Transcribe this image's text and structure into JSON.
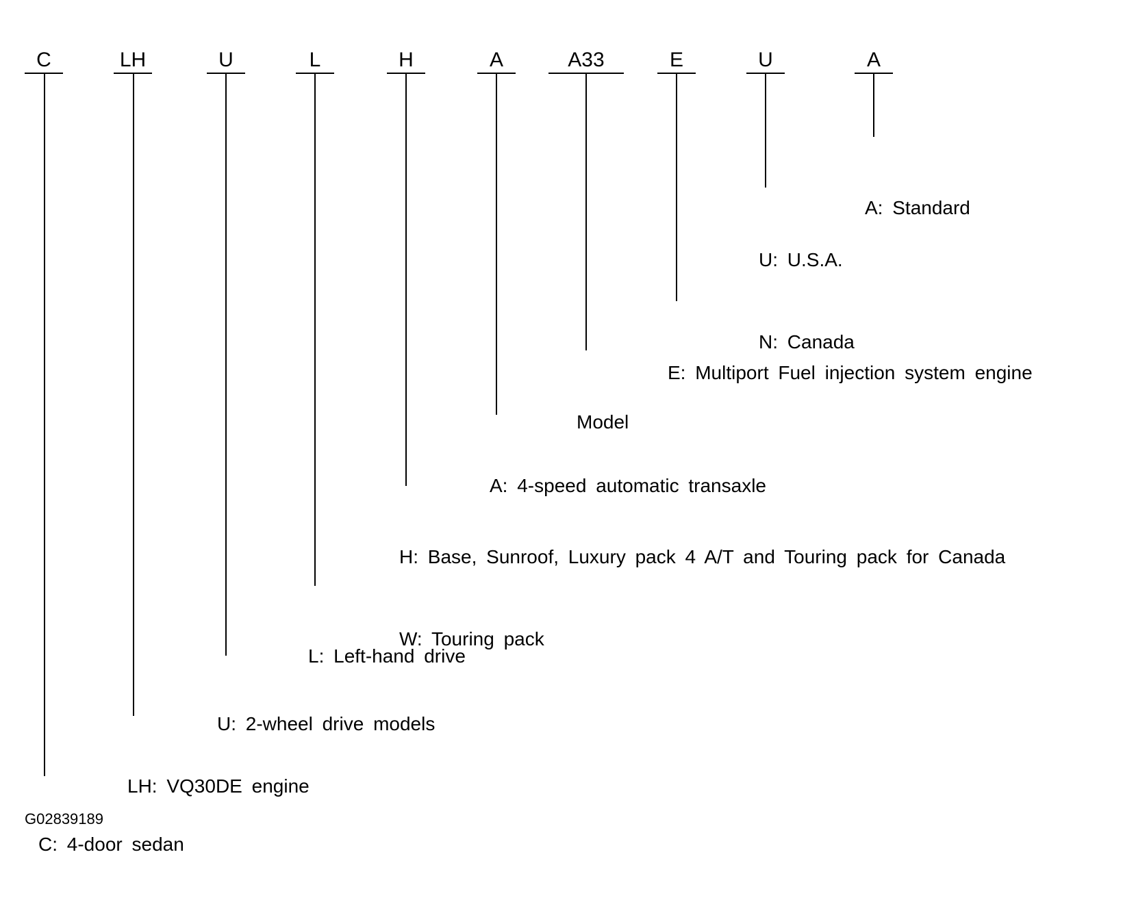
{
  "model_code": {
    "segments": [
      {
        "code": "C",
        "lines": [
          "C: 4-door sedan"
        ]
      },
      {
        "code": "LH",
        "lines": [
          "LH: VQ30DE engine"
        ]
      },
      {
        "code": "U",
        "lines": [
          "U: 2-wheel drive models"
        ]
      },
      {
        "code": "L",
        "lines": [
          "L: Left-hand drive"
        ]
      },
      {
        "code": "H",
        "lines": [
          "H: Base, Sunroof, Luxury pack 4 A/T and Touring pack for Canada",
          "W: Touring pack"
        ]
      },
      {
        "code": "A",
        "lines": [
          "A: 4-speed automatic transaxle"
        ]
      },
      {
        "code": "A33",
        "lines": [
          "Model"
        ]
      },
      {
        "code": "E",
        "lines": [
          "E: Multiport Fuel injection system engine"
        ]
      },
      {
        "code": "U",
        "lines": [
          "U: U.S.A.",
          "N: Canada"
        ]
      },
      {
        "code": "A",
        "lines": [
          "A: Standard"
        ]
      }
    ]
  },
  "figure_id": "G02839189"
}
